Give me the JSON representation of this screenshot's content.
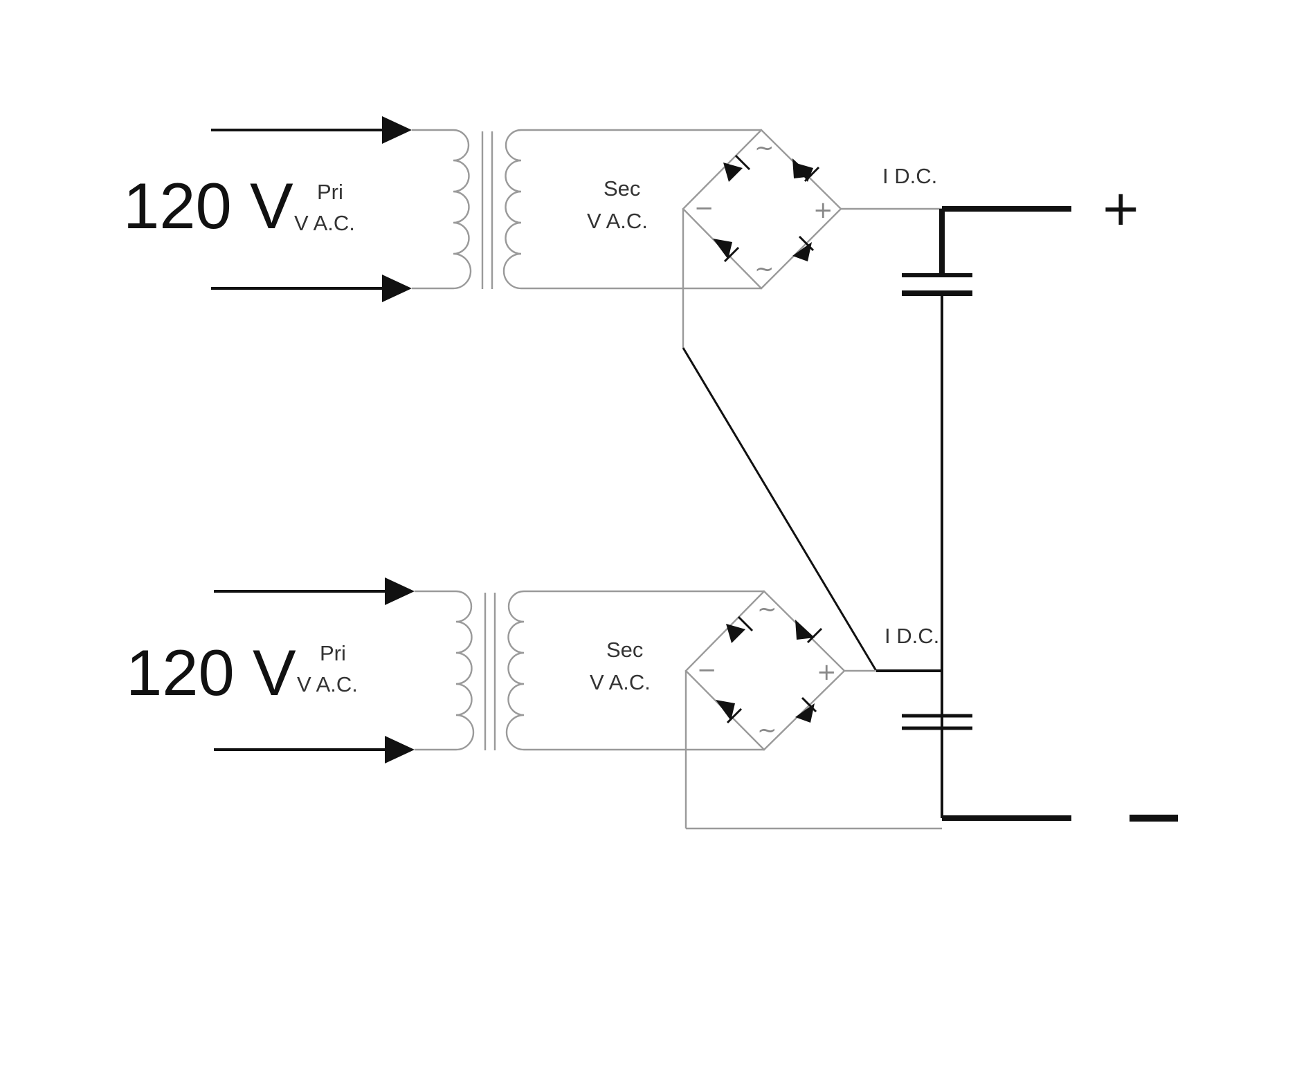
{
  "circuits": [
    {
      "input_voltage": "120 V",
      "primary_label": "Pri",
      "primary_unit": "V A.C.",
      "secondary_label": "Sec",
      "secondary_unit": "V A.C.",
      "dc_label": "I D.C.",
      "bridge_minus": "−",
      "bridge_plus": "+",
      "ac_mark": "~"
    },
    {
      "input_voltage": "120 V",
      "primary_label": "Pri",
      "primary_unit": "V A.C.",
      "secondary_label": "Sec",
      "secondary_unit": "V A.C.",
      "dc_label": "I D.C.",
      "bridge_minus": "−",
      "bridge_plus": "+",
      "ac_mark": "~"
    }
  ],
  "outputs": {
    "positive": "+",
    "negative": "−"
  },
  "colors": {
    "thin_wire": "#9a9a9a",
    "thick_wire": "#111111"
  }
}
